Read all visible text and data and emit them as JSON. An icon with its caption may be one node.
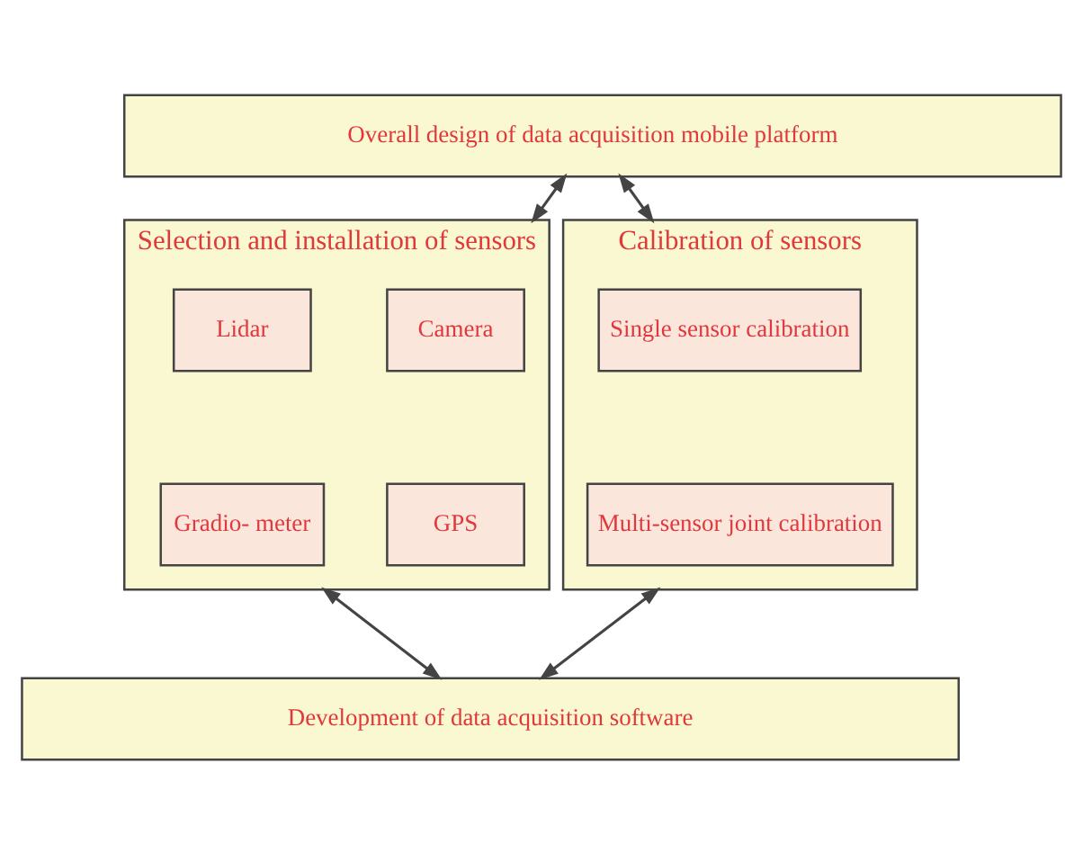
{
  "diagram": {
    "nodes": [
      {
        "text": [
          "Overall design of data acquisition mobile platform"
        ]
      },
      {
        "text": [
          "Selection and installation of sensors"
        ]
      },
      {
        "text": [
          "Camera"
        ],
        "in": 1
      },
      {
        "text": [
          "Lidar"
        ],
        "in": 1
      },
      {
        "text": [
          "GPS"
        ],
        "in": 1
      },
      {
        "text": [
          "Gradio- meter"
        ],
        "in": 1
      },
      {
        "text": [
          "Calibration of sensors"
        ]
      },
      {
        "text": [
          "Single sensor calibration"
        ],
        "in": 6
      },
      {
        "text": [
          "Multi-sensor joint calibration"
        ],
        "in": 6
      },
      {
        "text": [
          "Development of data acquisition software"
        ]
      }
    ],
    "edges": [
      {
        "from": 0,
        "to": 1,
        "arrow": "both"
      },
      {
        "from": 0,
        "to": 6,
        "arrow": "both"
      },
      {
        "from": 1,
        "to": 9,
        "arrow": "both"
      },
      {
        "from": 6,
        "to": 9,
        "arrow": "both"
      }
    ]
  }
}
